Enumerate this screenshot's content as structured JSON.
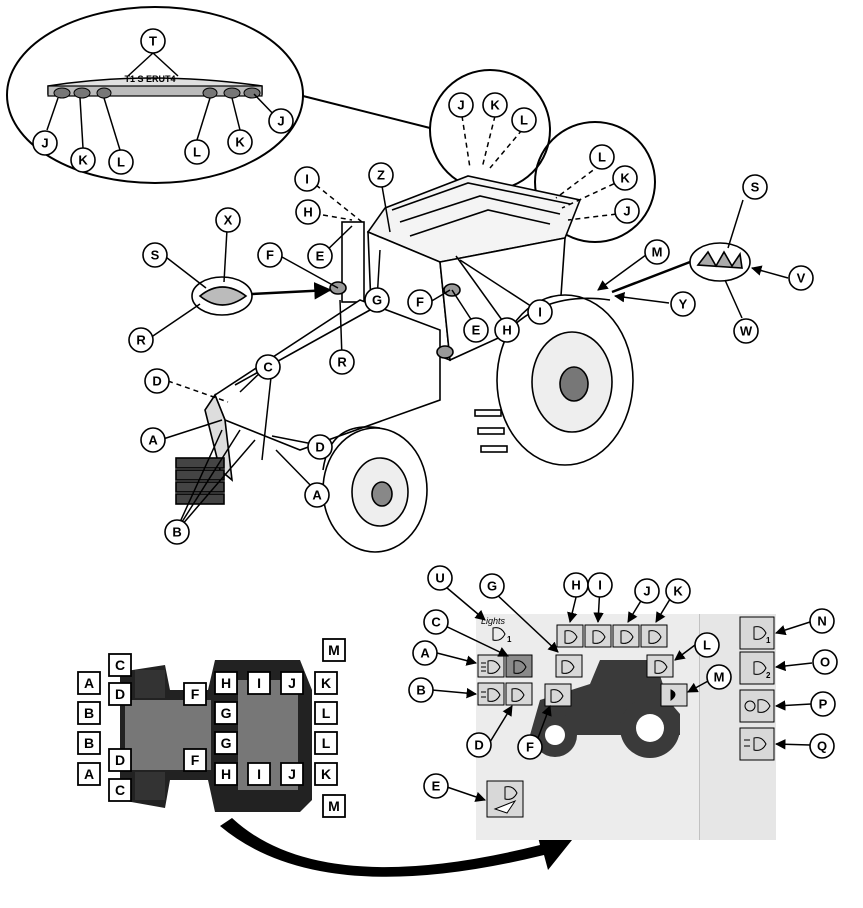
{
  "top_callouts": [
    {
      "id": "T1",
      "text": "T"
    },
    {
      "id": "J1",
      "text": "J"
    },
    {
      "id": "K1",
      "text": "K"
    },
    {
      "id": "L1",
      "text": "L"
    },
    {
      "id": "L2",
      "text": "L"
    },
    {
      "id": "K2",
      "text": "K"
    },
    {
      "id": "J2",
      "text": "J"
    },
    {
      "id": "J3",
      "text": "J"
    },
    {
      "id": "K3",
      "text": "K"
    },
    {
      "id": "L3",
      "text": "L"
    },
    {
      "id": "L4",
      "text": "L"
    },
    {
      "id": "K4",
      "text": "K"
    },
    {
      "id": "J4",
      "text": "J"
    },
    {
      "id": "I1",
      "text": "I"
    },
    {
      "id": "Z1",
      "text": "Z"
    },
    {
      "id": "H1",
      "text": "H"
    },
    {
      "id": "E1",
      "text": "E"
    },
    {
      "id": "F1",
      "text": "F"
    },
    {
      "id": "G1",
      "text": "G"
    },
    {
      "id": "F2",
      "text": "F"
    },
    {
      "id": "S1",
      "text": "S"
    },
    {
      "id": "X1",
      "text": "X"
    },
    {
      "id": "R1",
      "text": "R"
    },
    {
      "id": "R2",
      "text": "R"
    },
    {
      "id": "E2",
      "text": "E"
    },
    {
      "id": "H2",
      "text": "H"
    },
    {
      "id": "I2",
      "text": "I"
    },
    {
      "id": "S2",
      "text": "S"
    },
    {
      "id": "M1",
      "text": "M"
    },
    {
      "id": "V1",
      "text": "V"
    },
    {
      "id": "Y1",
      "text": "Y"
    },
    {
      "id": "W1",
      "text": "W"
    },
    {
      "id": "C1",
      "text": "C"
    },
    {
      "id": "D1",
      "text": "D"
    },
    {
      "id": "A1",
      "text": "A"
    },
    {
      "id": "D2",
      "text": "D"
    },
    {
      "id": "A2",
      "text": "A"
    },
    {
      "id": "B1",
      "text": "B"
    }
  ],
  "lightbar_text": "T1 S  ERUT4",
  "layout_grid": [
    {
      "id": "g1",
      "text": "C"
    },
    {
      "id": "g2",
      "text": "A"
    },
    {
      "id": "g3",
      "text": "D"
    },
    {
      "id": "g4",
      "text": "B"
    },
    {
      "id": "g5",
      "text": "B"
    },
    {
      "id": "g6",
      "text": "D"
    },
    {
      "id": "g7",
      "text": "A"
    },
    {
      "id": "g8",
      "text": "C"
    },
    {
      "id": "g9",
      "text": "F"
    },
    {
      "id": "g10",
      "text": "F"
    },
    {
      "id": "g11",
      "text": "H"
    },
    {
      "id": "g12",
      "text": "G"
    },
    {
      "id": "g13",
      "text": "G"
    },
    {
      "id": "g14",
      "text": "H"
    },
    {
      "id": "g15",
      "text": "I"
    },
    {
      "id": "g16",
      "text": "I"
    },
    {
      "id": "g17",
      "text": "J"
    },
    {
      "id": "g18",
      "text": "J"
    },
    {
      "id": "g19",
      "text": "M"
    },
    {
      "id": "g20",
      "text": "K"
    },
    {
      "id": "g21",
      "text": "L"
    },
    {
      "id": "g22",
      "text": "L"
    },
    {
      "id": "g23",
      "text": "K"
    },
    {
      "id": "g24",
      "text": "M"
    }
  ],
  "display_title": "Lights",
  "display_callouts": [
    {
      "id": "dU",
      "text": "U"
    },
    {
      "id": "dG",
      "text": "G"
    },
    {
      "id": "dH",
      "text": "H"
    },
    {
      "id": "dI",
      "text": "I"
    },
    {
      "id": "dJ",
      "text": "J"
    },
    {
      "id": "dK",
      "text": "K"
    },
    {
      "id": "dC",
      "text": "C"
    },
    {
      "id": "dA",
      "text": "A"
    },
    {
      "id": "dB",
      "text": "B"
    },
    {
      "id": "dL",
      "text": "L"
    },
    {
      "id": "dM",
      "text": "M"
    },
    {
      "id": "dD",
      "text": "D"
    },
    {
      "id": "dF",
      "text": "F"
    },
    {
      "id": "dE",
      "text": "E"
    },
    {
      "id": "dN",
      "text": "N"
    },
    {
      "id": "dO",
      "text": "O"
    },
    {
      "id": "dP",
      "text": "P"
    },
    {
      "id": "dQ",
      "text": "Q"
    }
  ],
  "button_numbers": {
    "u": "1",
    "n": "1",
    "o": "2"
  },
  "colors": {
    "panel": "#ececec",
    "button": "#d8d8d8",
    "button_active": "#8a8a8a",
    "tractor_dark": "#3a3a3a"
  }
}
